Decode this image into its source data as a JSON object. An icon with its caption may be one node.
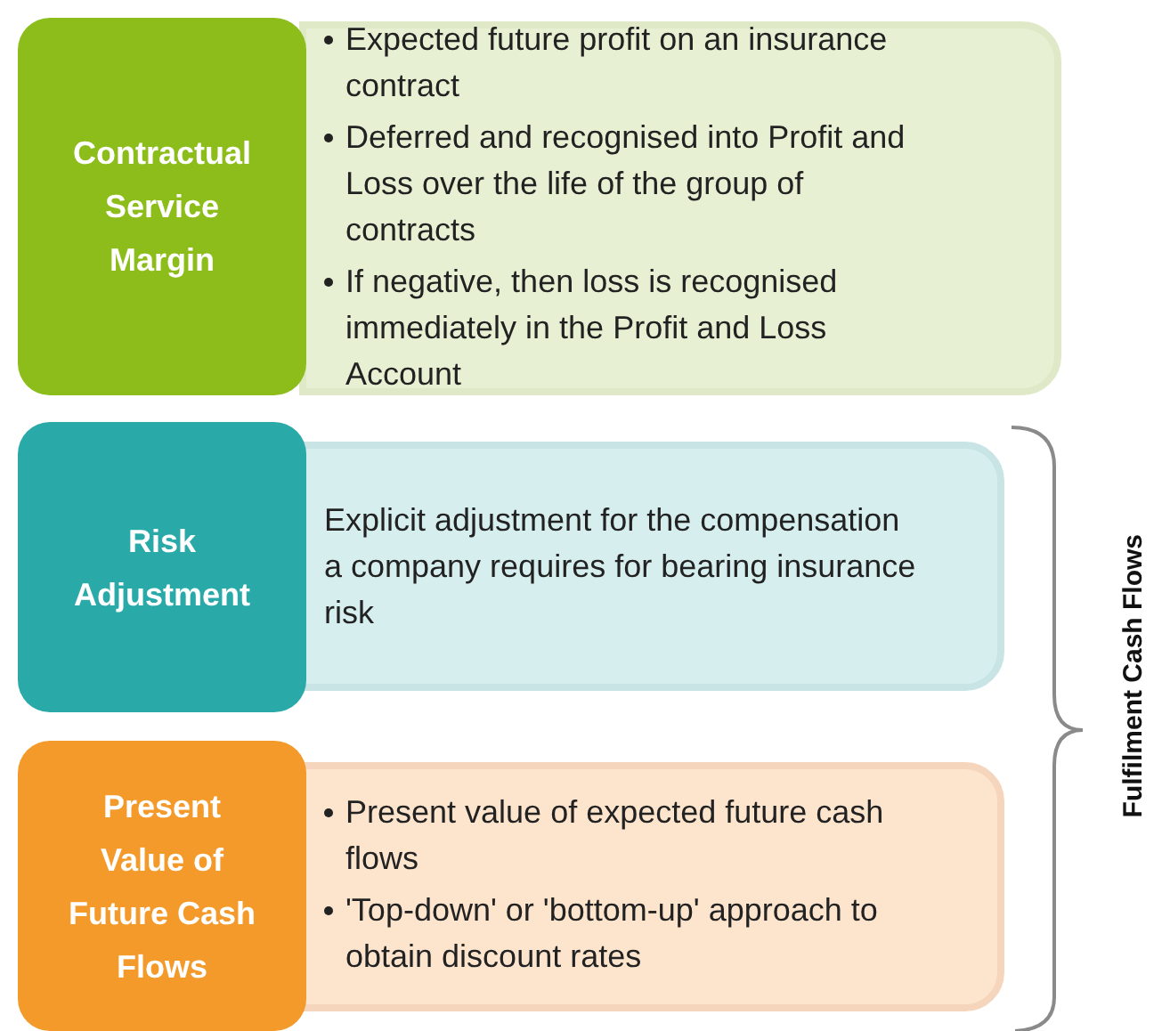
{
  "diagram": {
    "nodes": [
      {
        "text": [
          "Contractual Service Margin"
        ]
      },
      {
        "text": [
          "Expected future profit on an insurance contract",
          "Deferred and recognised into Profit and Loss over the life of the group of contracts",
          "If negative, then loss is recognised immediately in the Profit and Loss Account"
        ]
      },
      {
        "text": [
          "Risk Adjustment"
        ]
      },
      {
        "text": [
          "Explicit adjustment for the compensation a company requires for bearing insurance risk"
        ]
      },
      {
        "text": [
          "Present Value of Future Cash Flows"
        ]
      },
      {
        "text": [
          "Present value of expected future cash flows",
          "'Top-down' or 'bottom-up' approach to obtain discount rates"
        ]
      }
    ],
    "edges": [],
    "labels": [
      "Fulfilment Cash Flows"
    ]
  }
}
